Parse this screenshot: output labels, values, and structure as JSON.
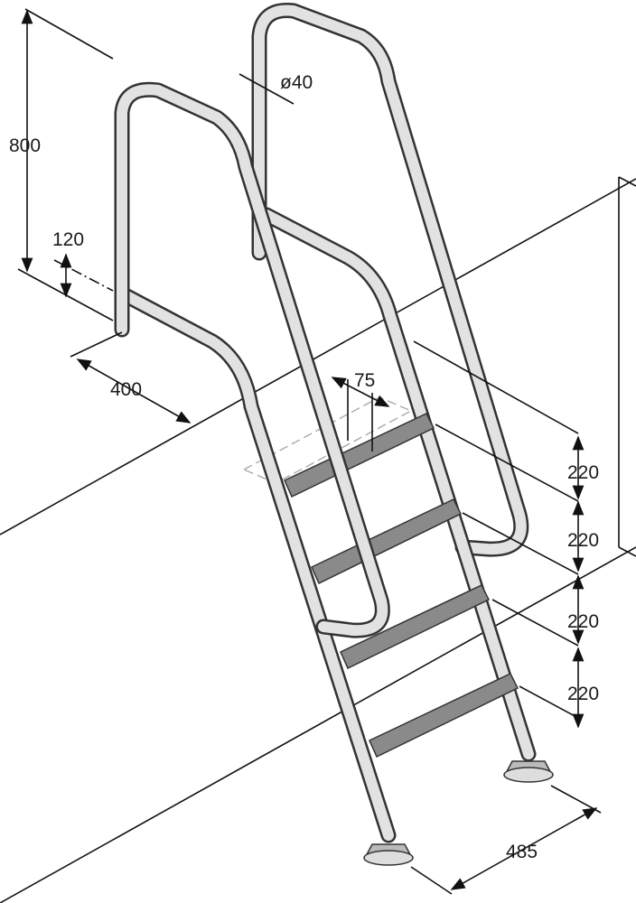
{
  "drawing": {
    "title": "Pool ladder dimension drawing",
    "dimensions": {
      "handrail_height": "800",
      "tube_diameter": "ø40",
      "offset": "120",
      "rail_spacing": "400",
      "tread_depth": "75",
      "step_1": "220",
      "step_2": "220",
      "step_3": "220",
      "step_4": "220",
      "foot_width": "485"
    }
  }
}
